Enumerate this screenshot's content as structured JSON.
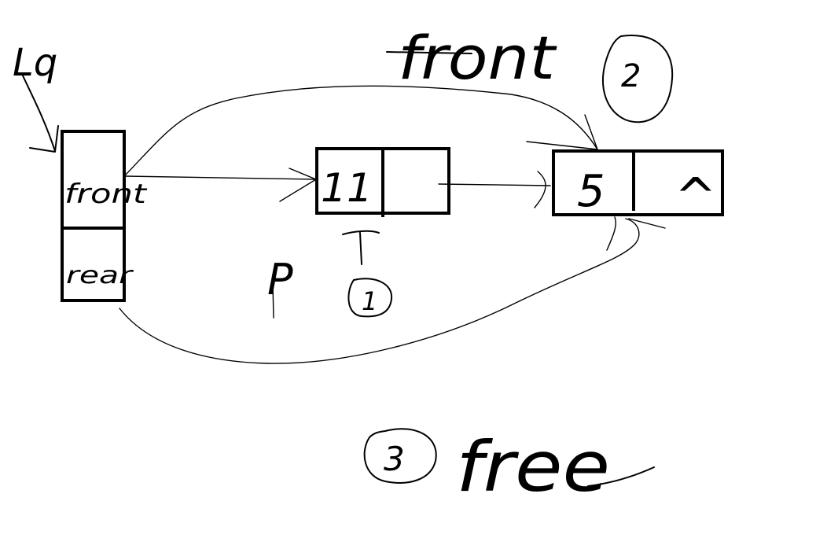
{
  "labels": {
    "queue_var": "Lq",
    "front_field": "front",
    "rear_field": "rear",
    "front_label": "front",
    "pointer_p": "P",
    "free_label": "free"
  },
  "nodes": {
    "first_value": "11",
    "second_value": "5",
    "second_next": "^"
  },
  "steps": {
    "step1": "1",
    "step2": "2",
    "step3": "3"
  },
  "colors": {
    "ink": "#000000",
    "background": "#ffffff"
  }
}
